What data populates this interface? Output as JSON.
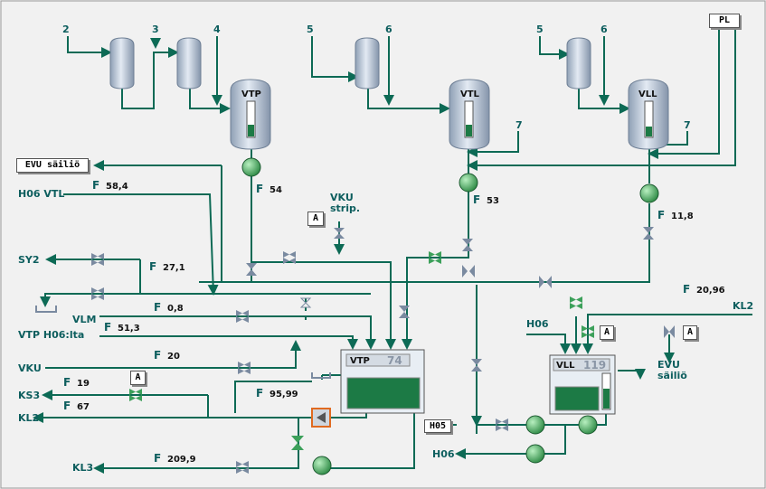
{
  "colors": {
    "pipe": "#0d6a55",
    "text": "#0d5e5e",
    "tank_body": "#b9c6d6",
    "level": "#1c7a45",
    "pump": "#3ca05a",
    "valve": "#7a8aa0"
  },
  "sources": {
    "s2": "2",
    "s3": "3",
    "s4": "4",
    "s5a": "5",
    "s6a": "6",
    "s5b": "5",
    "s6b": "6",
    "s7a": "7",
    "s7b": "7"
  },
  "tanks": {
    "vtp": "VTP",
    "vtl": "VTL",
    "vll": "VLL"
  },
  "buttons": {
    "pl": "PL",
    "evu_sailio": "EVU säiliö",
    "a_strip": "A",
    "a_ks3": "A",
    "a_vll1": "A",
    "a_vll2": "A",
    "h05": "H05"
  },
  "strip": {
    "line1": "VKU",
    "line2": "strip."
  },
  "evu_out": {
    "line1": "EVU",
    "line2": "säiliö"
  },
  "lines": {
    "h06_vtl": "H06 VTL",
    "sy2": "SY2",
    "vlm": "VLM",
    "vtp_h06": "VTP H06:lta",
    "vku": "VKU",
    "ks3": "KS3",
    "kl2_left": "KL2",
    "kl3": "KL3",
    "kl2_right": "KL2",
    "h06_vll": "H06",
    "h06_bottom": "H06"
  },
  "flows": {
    "f1": "54",
    "f2": "58,4",
    "f3": "53",
    "f4": "11,8",
    "f5": "27,1",
    "f6": "20,96",
    "f7": "0,8",
    "f8": "51,3",
    "f9": "20",
    "f10": "19",
    "f11": "95,99",
    "f12": "67",
    "f13": "209,9"
  },
  "flow_label": "F",
  "mixers": {
    "vtp_name": "VTP",
    "vtp_value": "74",
    "vll_name": "VLL",
    "vll_value": "119"
  }
}
